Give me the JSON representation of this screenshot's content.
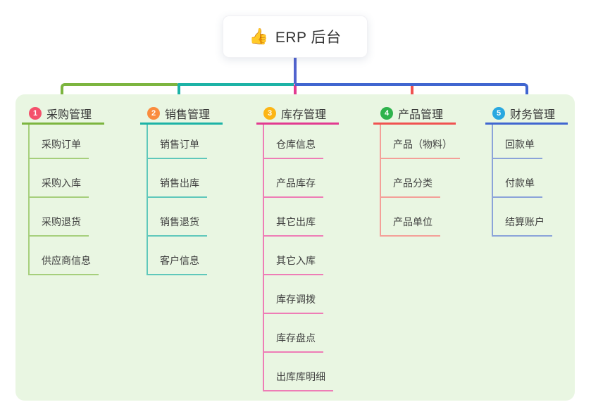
{
  "root": {
    "icon": "👍",
    "label": "ERP 后台"
  },
  "colors": {
    "root_line": "#5163ce",
    "panel_bg": "#e9f6e2"
  },
  "branches": [
    {
      "badge": "1",
      "badge_color": "#f4516c",
      "line_color": "#7cb53f",
      "sub_line_color": "#a6cf7c",
      "title": "采购管理",
      "items": [
        "采购订单",
        "采购入库",
        "采购退货",
        "供应商信息"
      ]
    },
    {
      "badge": "2",
      "badge_color": "#fa8c3e",
      "line_color": "#1cb3a6",
      "sub_line_color": "#5fc8bb",
      "title": "销售管理",
      "items": [
        "销售订单",
        "销售出库",
        "销售退货",
        "客户信息"
      ]
    },
    {
      "badge": "3",
      "badge_color": "#fcb515",
      "line_color": "#e23b90",
      "sub_line_color": "#ee7db6",
      "title": "库存管理",
      "items": [
        "仓库信息",
        "产品库存",
        "其它出库",
        "其它入库",
        "库存调拨",
        "库存盘点",
        "出库库明细"
      ]
    },
    {
      "badge": "4",
      "badge_color": "#2eb34c",
      "line_color": "#f05250",
      "sub_line_color": "#f49f98",
      "title": "产品管理",
      "items": [
        "产品（物料）",
        "产品分类",
        "产品单位"
      ]
    },
    {
      "badge": "5",
      "badge_color": "#29a8e0",
      "line_color": "#4066d0",
      "sub_line_color": "#8ba3d9",
      "title": "财务管理",
      "items": [
        "回款单",
        "付款单",
        "结算账户"
      ]
    }
  ]
}
